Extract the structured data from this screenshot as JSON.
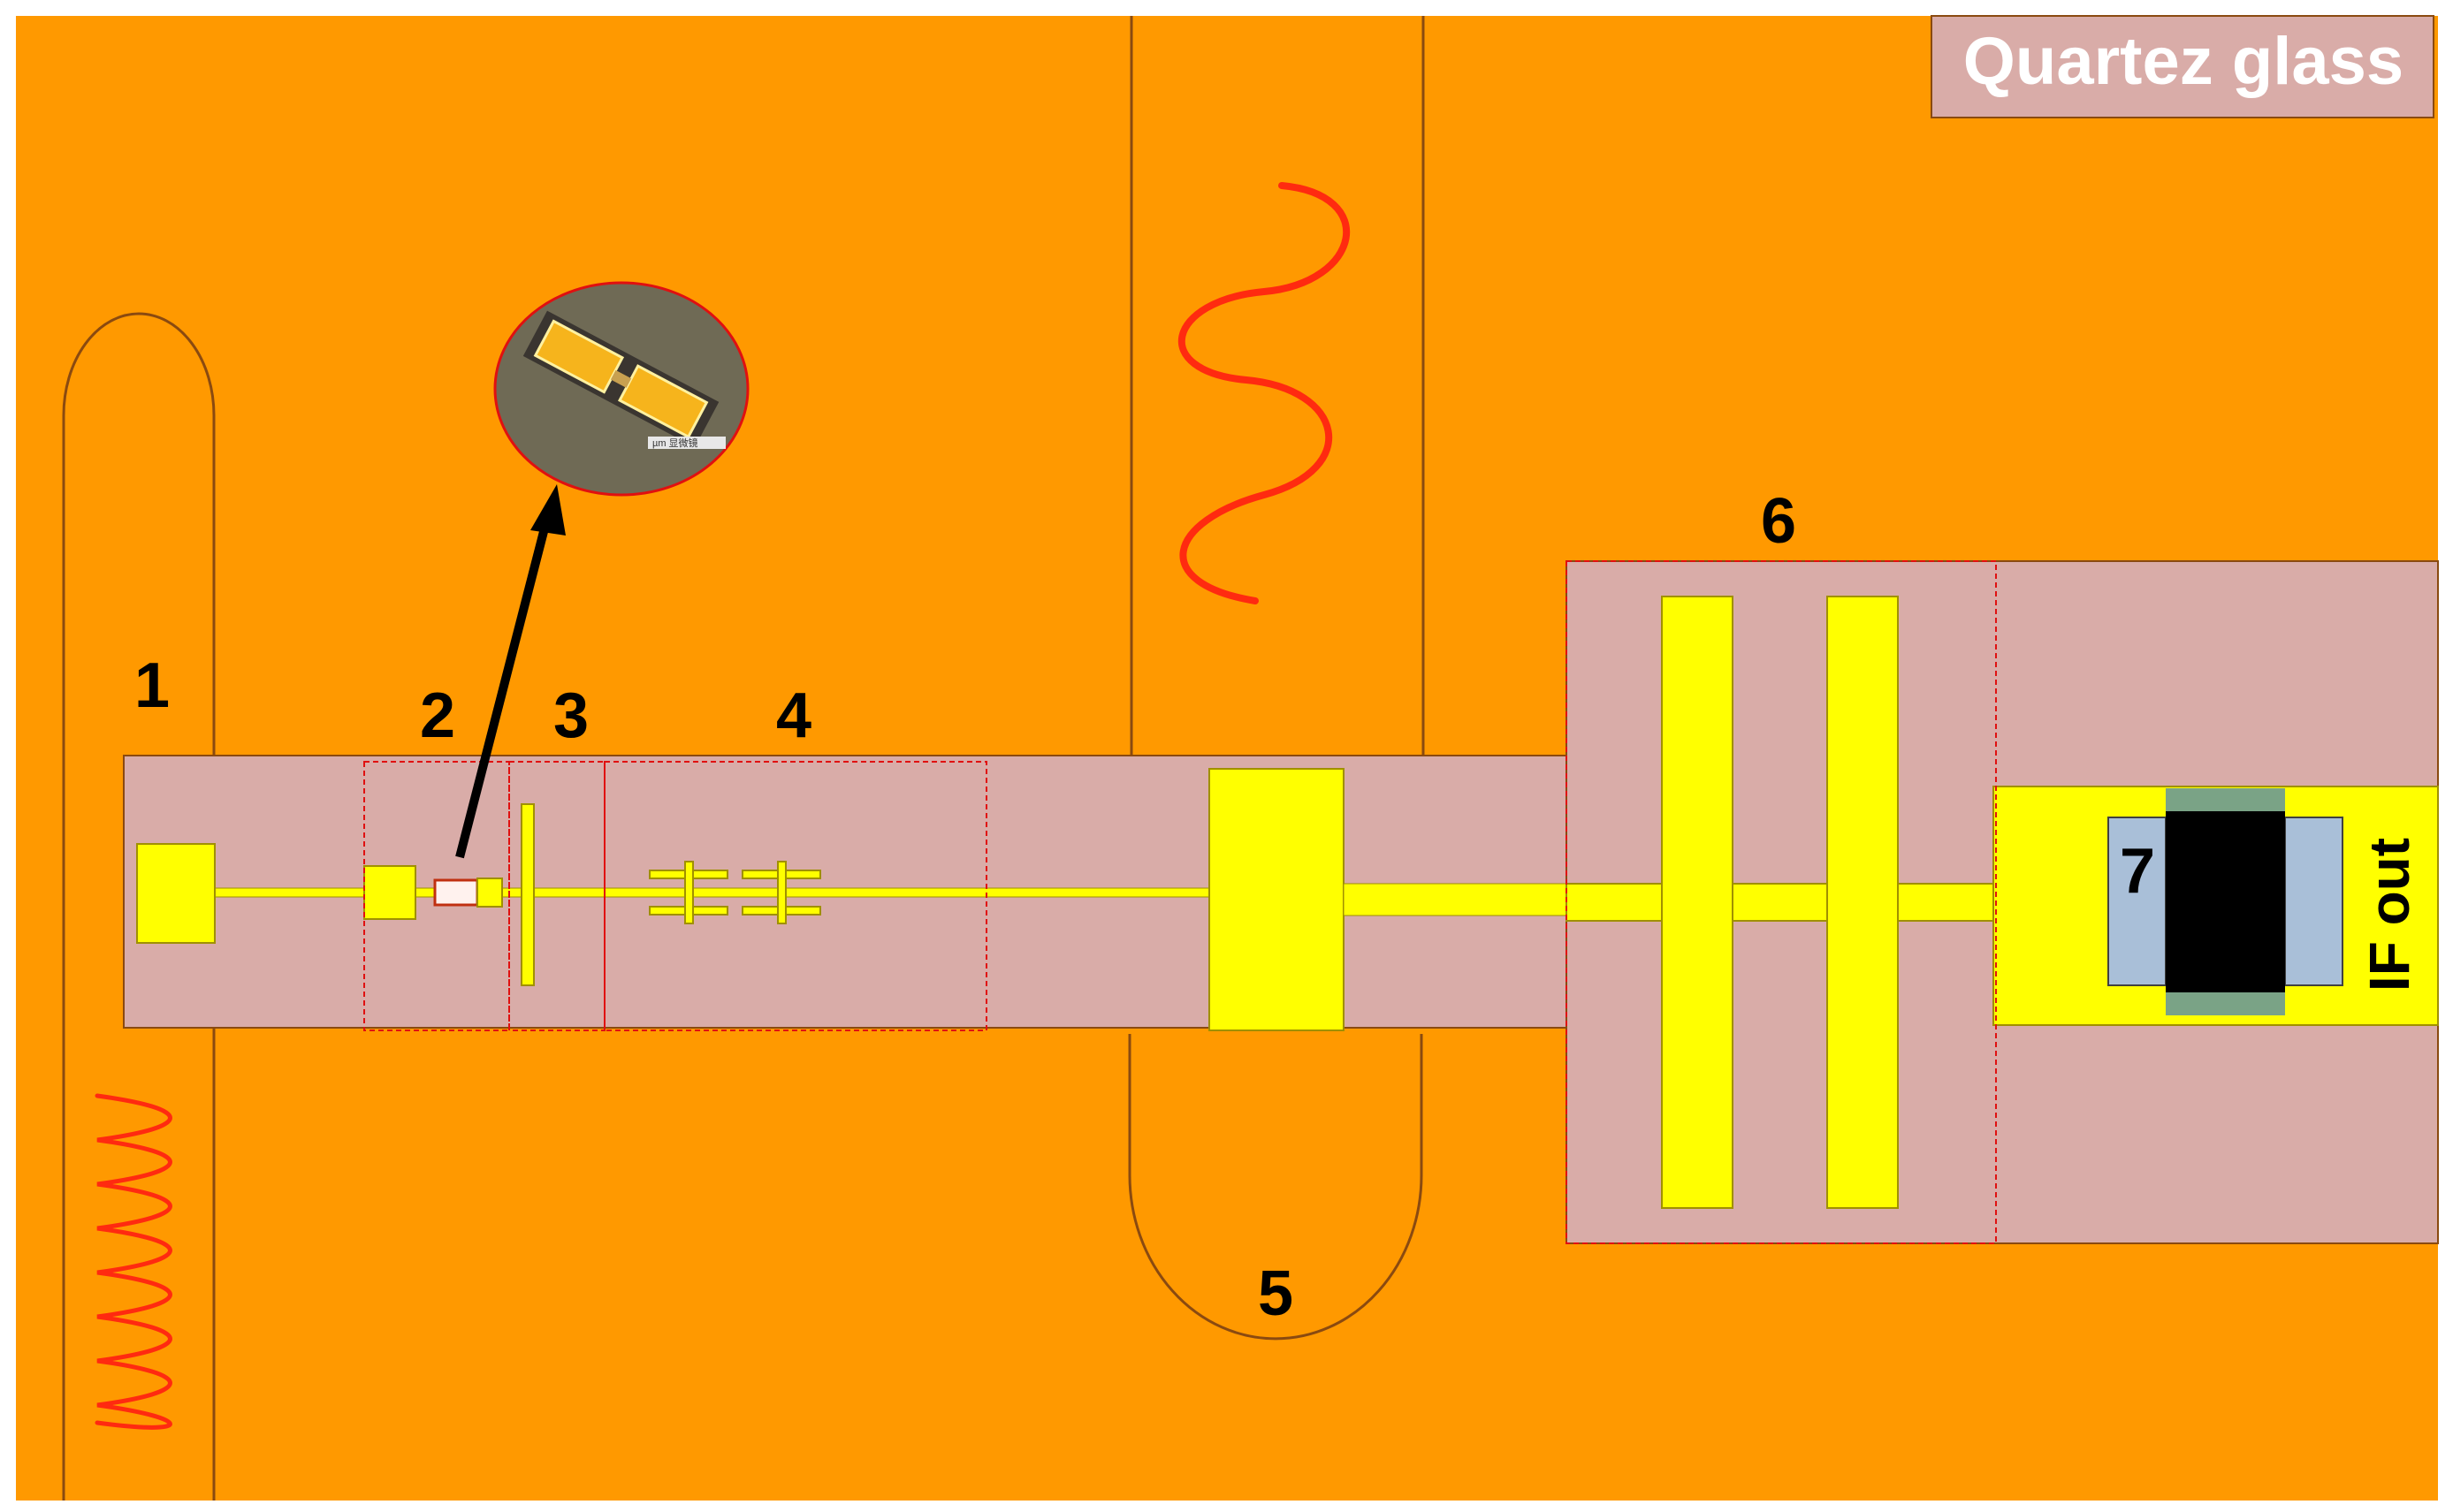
{
  "labels": {
    "material": "Quartez glass",
    "section_1": "1",
    "section_2": "2",
    "section_3": "3",
    "section_4": "4",
    "section_5": "5",
    "section_6": "6",
    "section_7": "7",
    "output": "IF out",
    "micrograph_caption": "µm 显微镜"
  },
  "colors": {
    "background": "#FF9900",
    "substrate": "#D9ACA8",
    "metal": "#FFFF00",
    "signal_wave": "#FF2A10",
    "section_border": "#E01010",
    "chip_body": "#000000",
    "chip_side": "#A9BFD8",
    "chip_pad": "#7AA386",
    "material_tag": "#D9ACA8"
  },
  "icons": {
    "rf_wave": "sine-wave",
    "lo_wave": "sine-wave",
    "zoom_arrow": "arrow-up-right"
  }
}
